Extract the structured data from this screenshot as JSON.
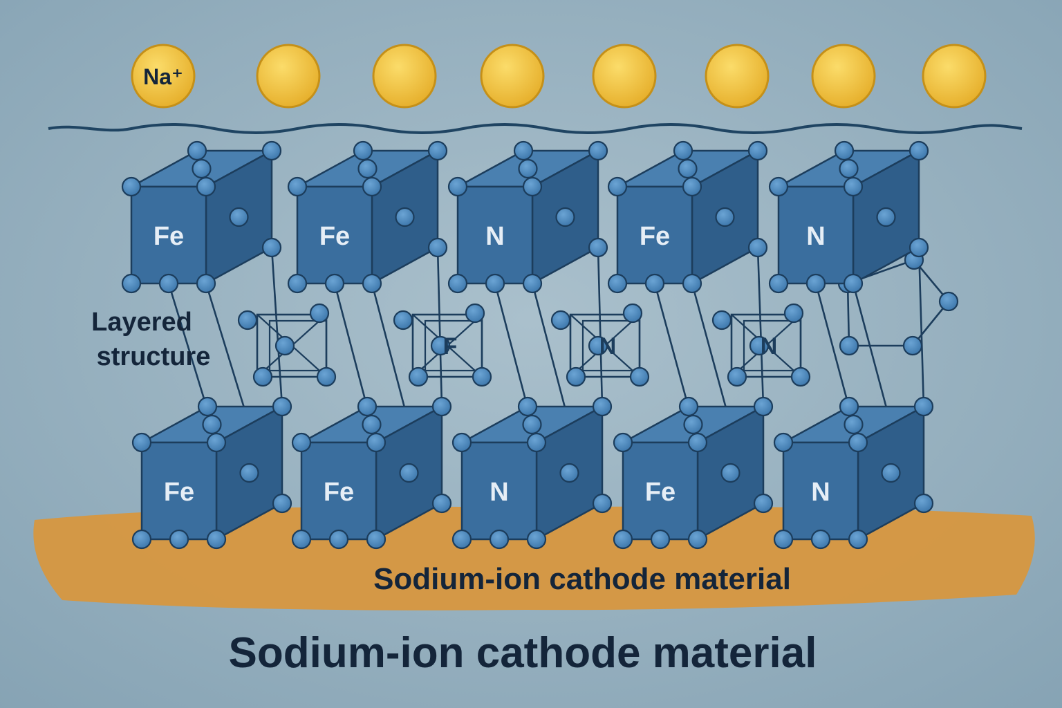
{
  "ion_label": "Na⁺",
  "ion_count": 8,
  "side_label": [
    "Layered",
    "structure"
  ],
  "substrate_label": "Sodium-ion cathode material",
  "title": "Sodium-ion cathode material",
  "top_row": [
    "Fe",
    "Fe",
    "N",
    "Fe",
    "N"
  ],
  "bottom_row": [
    "Fe",
    "Fe",
    "N",
    "Fe",
    "N"
  ],
  "inner_cells": [
    "",
    "F",
    "N",
    "N"
  ],
  "colors": {
    "background": "#9db5c3",
    "cube_front": "#3a6e9e",
    "cube_top": "#4a80b0",
    "cube_side": "#2f5e8a",
    "outline": "#1c3d5c",
    "atom": "#4f8bbf",
    "ion": "#f2c23c",
    "ion_outline": "#c59018",
    "substrate": "#d7973f",
    "text_dark": "#14253a",
    "text_light": "#e6eef6"
  }
}
